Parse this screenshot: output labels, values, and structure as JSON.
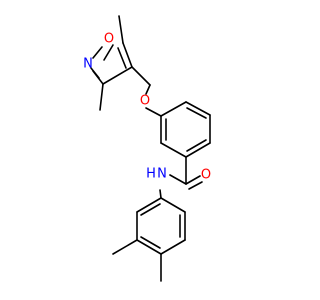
{
  "molecule": {
    "atom_labels": {
      "isoxazole_oxygen": "O",
      "isoxazole_nitrogen": "N",
      "ether_oxygen": "O",
      "carbonyl_oxygen": "O",
      "amide_nh": "H",
      "amide_n": "N"
    },
    "colors": {
      "bond": "#000000",
      "oxygen": "#ff0000",
      "nitrogen": "#0000ff",
      "background": "#ffffff"
    }
  }
}
